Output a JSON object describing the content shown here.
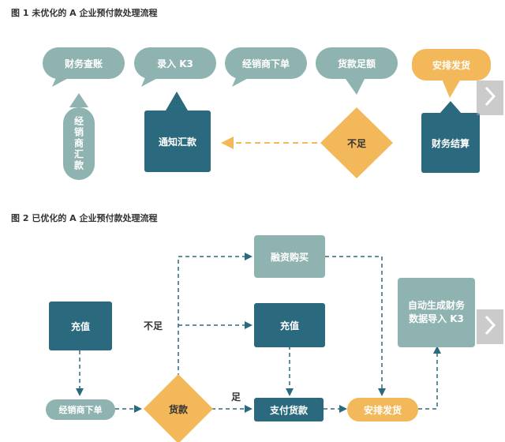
{
  "figure1": {
    "title": "图 1  未优化的 A 企业预付款处理流程",
    "nodes": {
      "finance_check": "财务查账",
      "enter_k3": "录入 K3",
      "dealer_order": "经销商下单",
      "payment_sufficient": "货款足额",
      "arrange_shipping": "安排发货",
      "dealer_remit": "经销商汇款",
      "notify_remit": "通知汇款",
      "insufficient": "不足",
      "finance_settle": "财务结算"
    }
  },
  "figure2": {
    "title": "图 2  已优化的 A 企业预付款处理流程",
    "nodes": {
      "financing_purchase": "融资购买",
      "recharge_left": "充值",
      "recharge_mid": "充值",
      "auto_generate": "自动生成财务数据导入 K3",
      "dealer_order": "经销商下单",
      "payment": "货款",
      "pay_payment": "支付货款",
      "arrange_shipping": "安排发货"
    },
    "labels": {
      "insufficient": "不足",
      "sufficient": "足"
    }
  },
  "nav": {
    "next_icon": "chevron-right-icon"
  },
  "colors": {
    "sage": "#8fb3b0",
    "dark_teal": "#2b6a7e",
    "amber": "#f2b85a",
    "arrow_amber": "#f2b85a",
    "arrow_dark": "#2b6a7e"
  }
}
